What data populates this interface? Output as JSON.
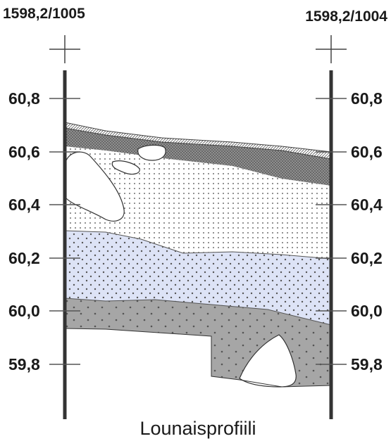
{
  "left_point_label": "1598,2/1005",
  "right_point_label": "1598,2/1004",
  "title": "Lounaisprofiili",
  "elevations": [
    "60,8",
    "60,6",
    "60,4",
    "60,2",
    "60,0",
    "59,8"
  ],
  "colors": {
    "pole": "#333333",
    "topsoil": "#bfbfbf",
    "dark_layer": "#8f8f8f",
    "sand_layer": "#ffffff",
    "blue_layer": "#dde3f6",
    "base_layer": "#a6a6a6",
    "dots": "#555555"
  }
}
